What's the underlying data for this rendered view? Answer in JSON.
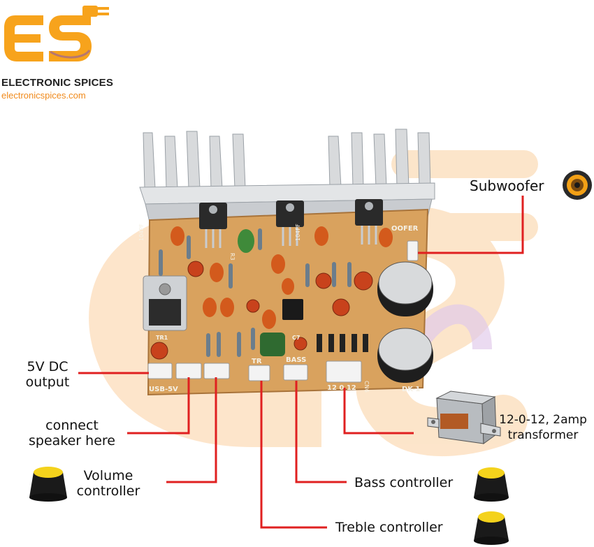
{
  "brand": {
    "name": "ELECTRONIC SPICES",
    "url": "electronicspices.com"
  },
  "labels": {
    "subwoofer": "Subwoofer",
    "dc_output_line1": "5V DC",
    "dc_output_line2": "output",
    "speaker_line1": "connect",
    "speaker_line2": "speaker here",
    "volume_line1": "Volume",
    "volume_line2": "controller",
    "transformer_line1": "12-0-12, 2amp",
    "transformer_line2": "transformer",
    "bass": "Bass controller",
    "treble": "Treble controller"
  },
  "board_text": {
    "usb": "USB-5V",
    "bass": "BASS",
    "treble": "TR",
    "woofer": "OOFER",
    "model": "DK-1",
    "cn6": "CN6",
    "power": "12  0  12",
    "tr1": "TR1",
    "r3": "R3",
    "c7": "C7",
    "pf104a": "104PF",
    "pf104b": "104PF"
  },
  "colors": {
    "accent": "#f7a31c",
    "watermark": "#fbd9a8",
    "pcb": "#d9a25e",
    "callout_line": "#e02020"
  }
}
